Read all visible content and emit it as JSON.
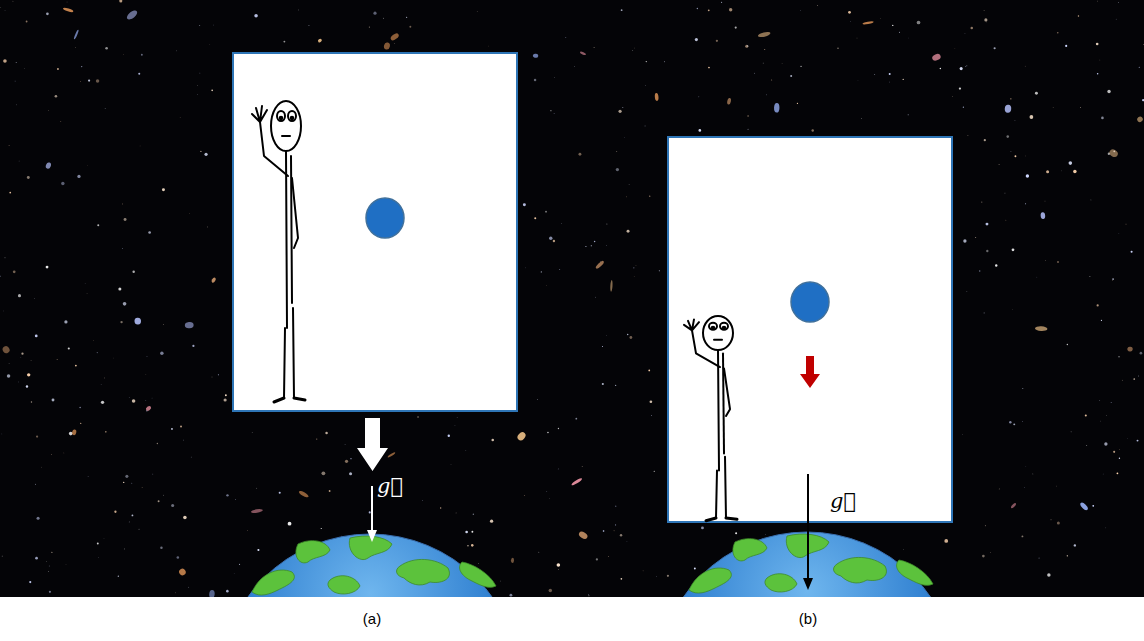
{
  "diagram": {
    "labels": [
      "g⃗",
      "g⃗",
      "(a)",
      "(b)"
    ]
  }
}
